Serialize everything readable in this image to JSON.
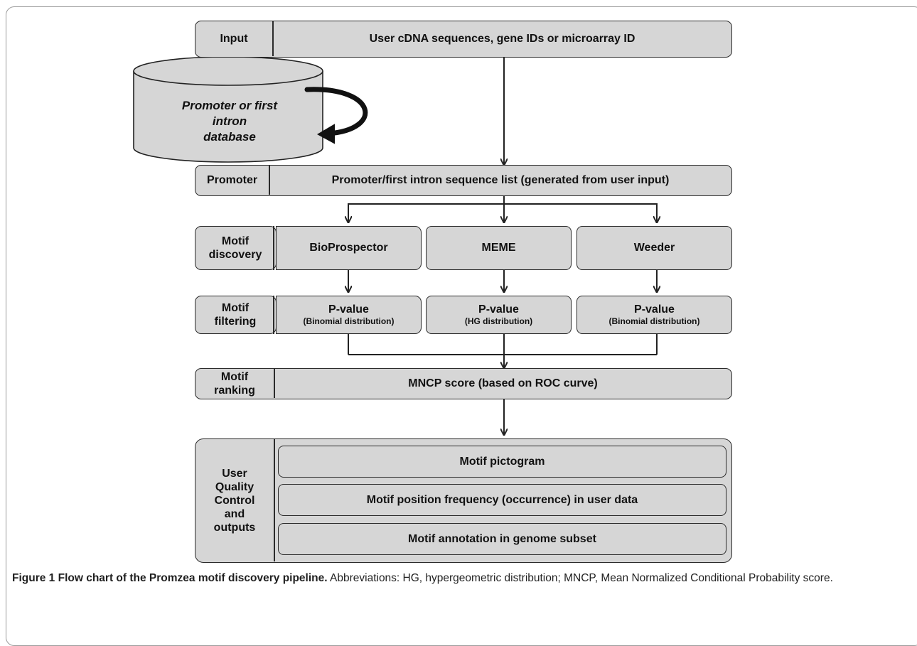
{
  "diagram": {
    "input": {
      "label": "Input",
      "text": "User cDNA sequences, gene IDs or microarray ID"
    },
    "database": {
      "line1": "Promoter or first",
      "line2": "intron",
      "line3": "database"
    },
    "promoter": {
      "label": "Promoter",
      "text": "Promoter/first intron sequence list (generated from user input)"
    },
    "discovery": {
      "label_line1": "Motif",
      "label_line2": "discovery",
      "tools": [
        "BioProspector",
        "MEME",
        "Weeder"
      ]
    },
    "filtering": {
      "label_line1": "Motif",
      "label_line2": "filtering",
      "pvalues": [
        {
          "title": "P-value",
          "sub": "(Binomial  distribution)"
        },
        {
          "title": "P-value",
          "sub": "(HG distribution)"
        },
        {
          "title": "P-value",
          "sub": "(Binomial  distribution)"
        }
      ]
    },
    "ranking": {
      "label_line1": "Motif",
      "label_line2": "ranking",
      "text": "MNCP score (based on ROC curve)"
    },
    "outputs": {
      "label_lines": [
        "User",
        "Quality",
        "Control",
        "and",
        "outputs"
      ],
      "items": [
        "Motif pictogram",
        "Motif position frequency (occurrence) in user data",
        "Motif annotation in genome subset"
      ]
    }
  },
  "caption": {
    "title": "Figure 1 Flow chart of the Promzea motif discovery pipeline.",
    "body": " Abbreviations: HG, hypergeometric distribution; MNCP, Mean Normalized Conditional Probability score."
  }
}
